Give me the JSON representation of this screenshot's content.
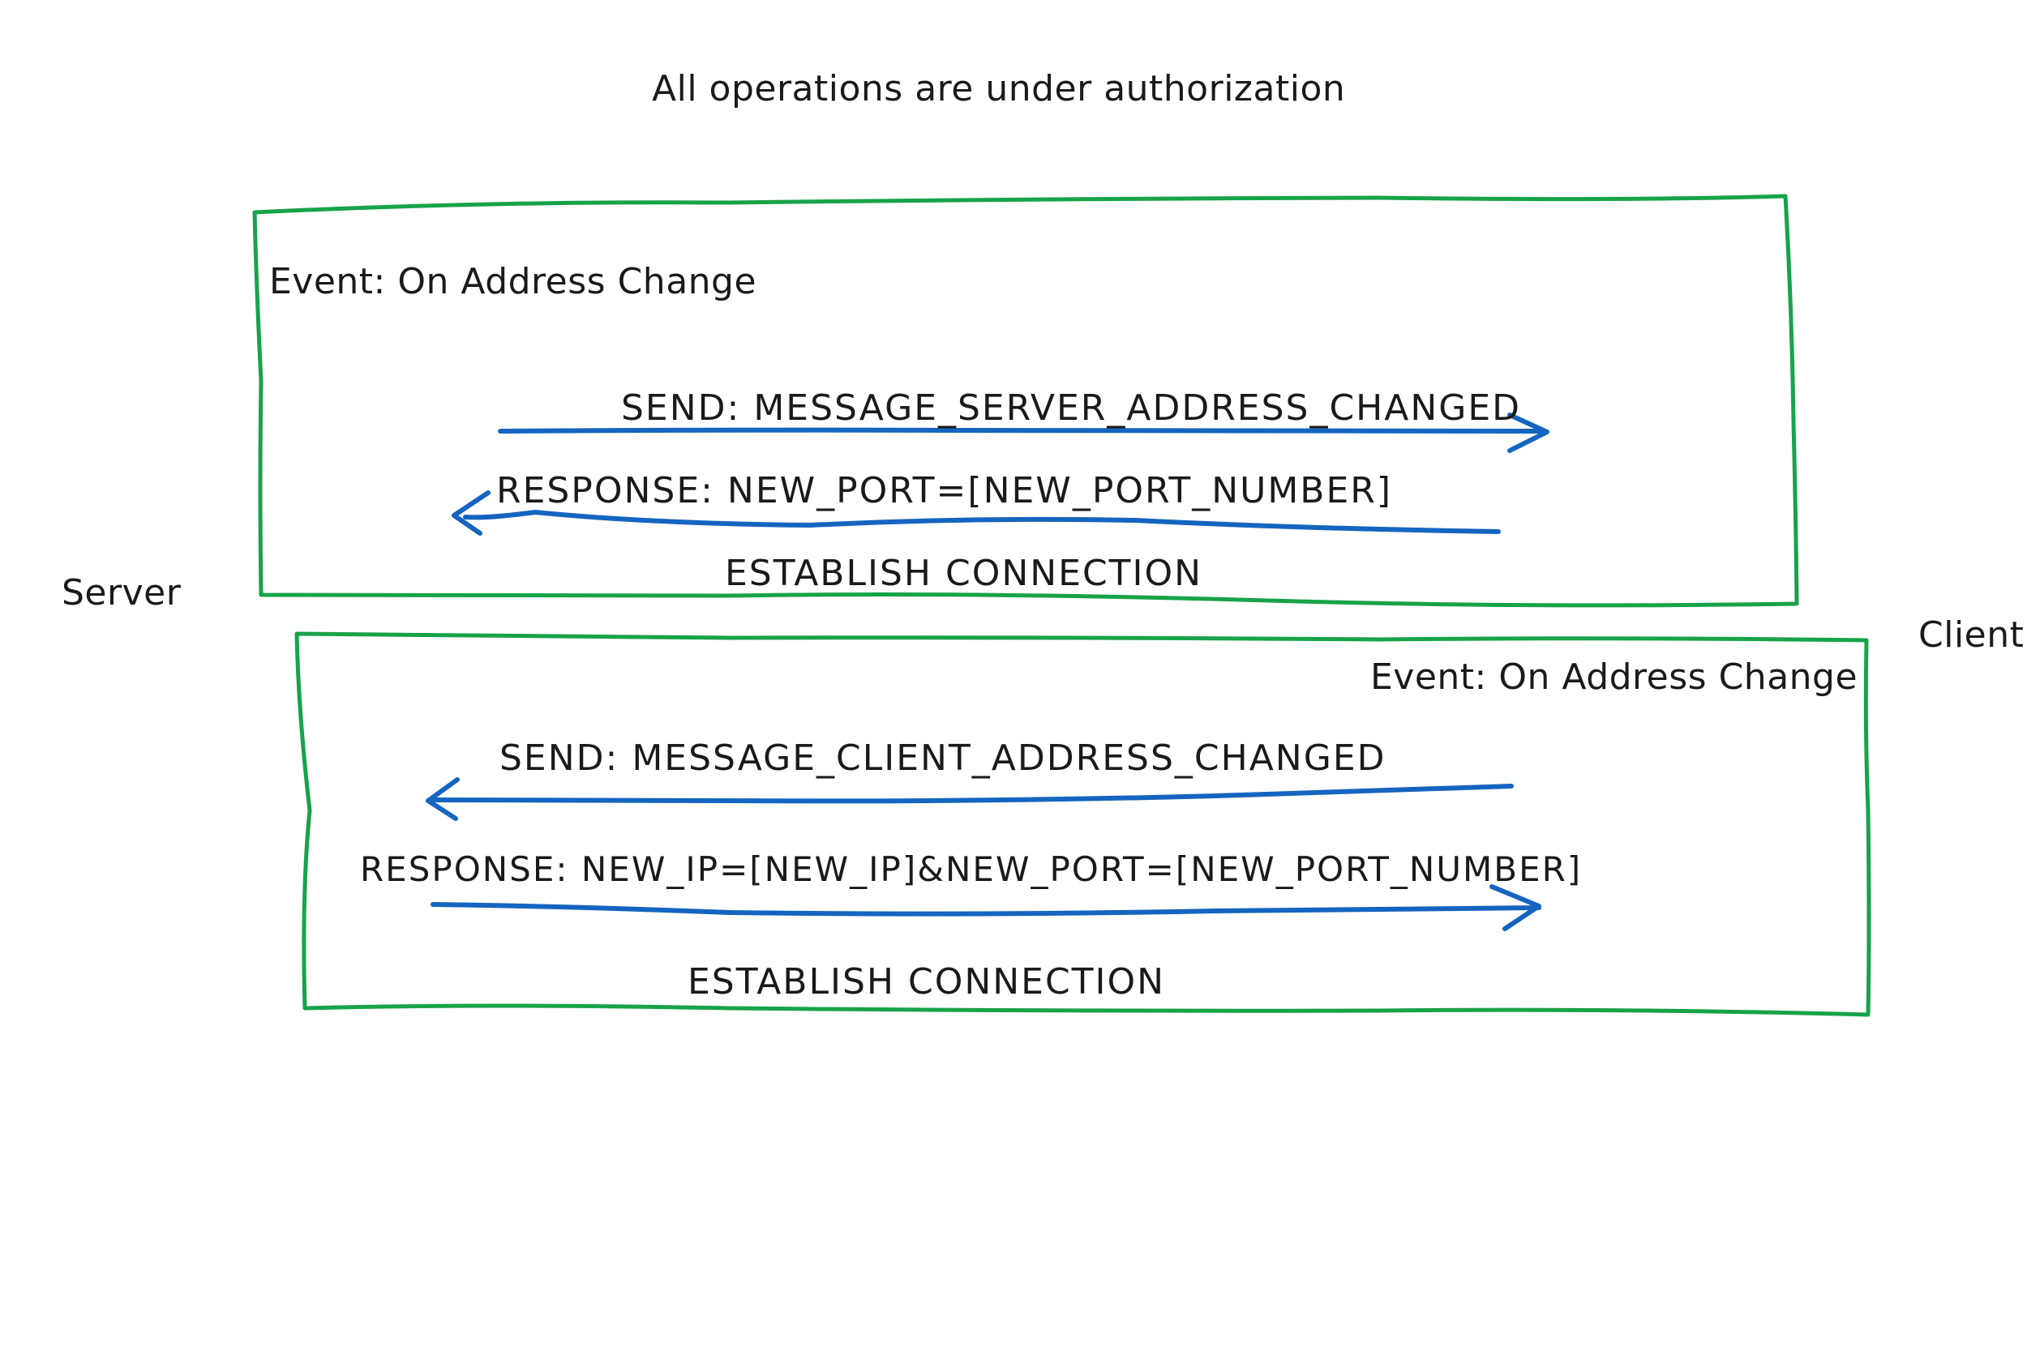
{
  "header": {
    "note": "All operations are under authorization"
  },
  "actors": {
    "server": "Server",
    "client": "Client"
  },
  "server_event": {
    "title": "Event: On Address Change",
    "send": "SEND: MESSAGE_SERVER_ADDRESS_CHANGED",
    "response": "RESPONSE: NEW_PORT=[NEW_PORT_NUMBER]",
    "establish": "ESTABLISH CONNECTION"
  },
  "client_event": {
    "title": "Event: On Address Change",
    "send": "SEND: MESSAGE_CLIENT_ADDRESS_CHANGED",
    "response": "RESPONSE: NEW_IP=[NEW_IP]&NEW_PORT=[NEW_PORT_NUMBER]",
    "establish": "ESTABLISH CONNECTION"
  },
  "colors": {
    "box_stroke": "#17a34a",
    "arrow_stroke": "#1565c0",
    "text": "#1a1a1a",
    "background": "#ffffff"
  }
}
